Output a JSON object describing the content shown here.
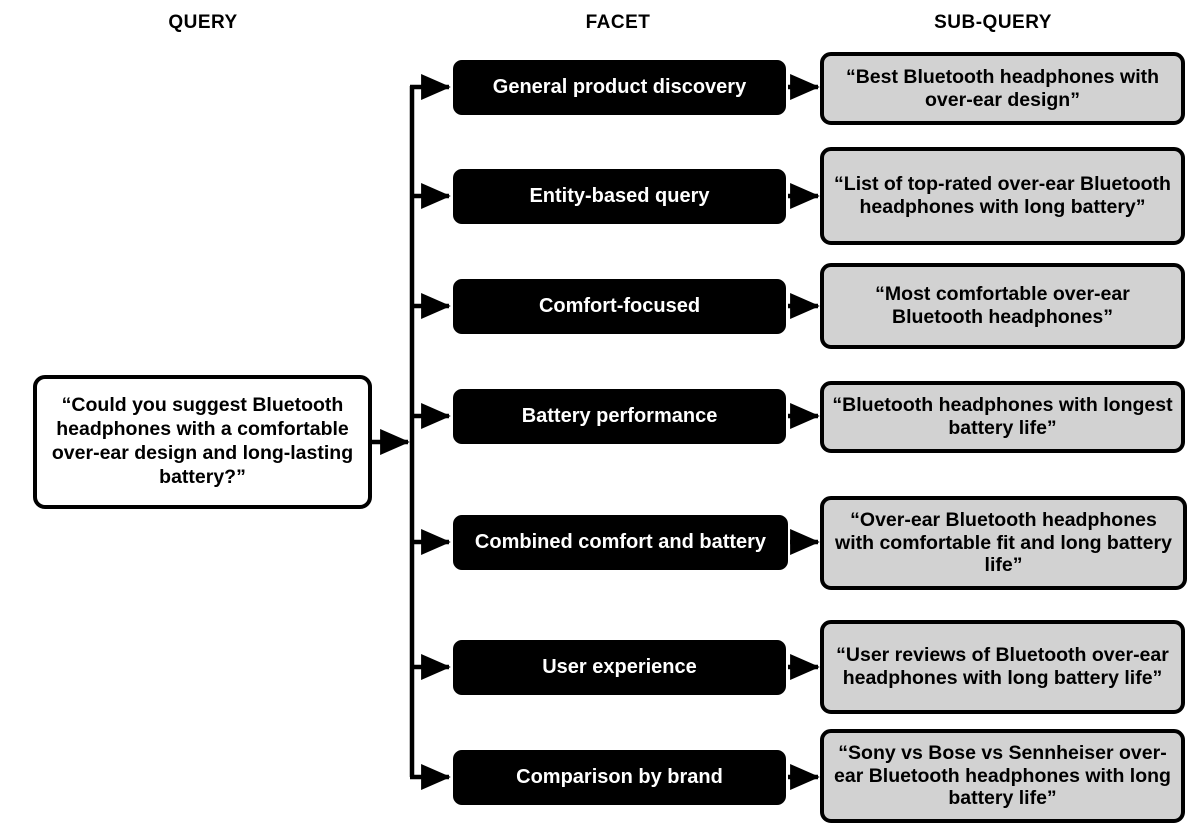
{
  "headers": {
    "query": "QUERY",
    "facet": "FACET",
    "subquery": "SUB-QUERY"
  },
  "query": {
    "text": "“Could you suggest Bluetooth headphones with a comfortable over-ear design and long-lasting battery?”"
  },
  "colors": {
    "facet_fill": "#000000",
    "facet_text": "#ffffff",
    "subquery_fill": "#d2d2d2",
    "subquery_text": "#000000",
    "query_fill": "#ffffff",
    "stroke": "#000000",
    "background": "#ffffff"
  },
  "rows": [
    {
      "facet": "General product discovery",
      "subquery": "“Best Bluetooth headphones with over-ear design”"
    },
    {
      "facet": "Entity-based query",
      "subquery": "“List of top-rated over-ear Bluetooth headphones with long battery”"
    },
    {
      "facet": "Comfort-focused",
      "subquery": "“Most comfortable over-ear Bluetooth headphones”"
    },
    {
      "facet": "Battery performance",
      "subquery": "“Bluetooth headphones with longest battery life”"
    },
    {
      "facet": "Combined comfort and battery",
      "subquery": "“Over-ear Bluetooth headphones with comfortable fit and long battery life”"
    },
    {
      "facet": "User experience",
      "subquery": "“User reviews of Bluetooth over-ear headphones with long battery life”"
    },
    {
      "facet": "Comparison by brand",
      "subquery": "“Sony vs Bose vs Sennheiser over-ear Bluetooth headphones with long battery life”"
    }
  ]
}
